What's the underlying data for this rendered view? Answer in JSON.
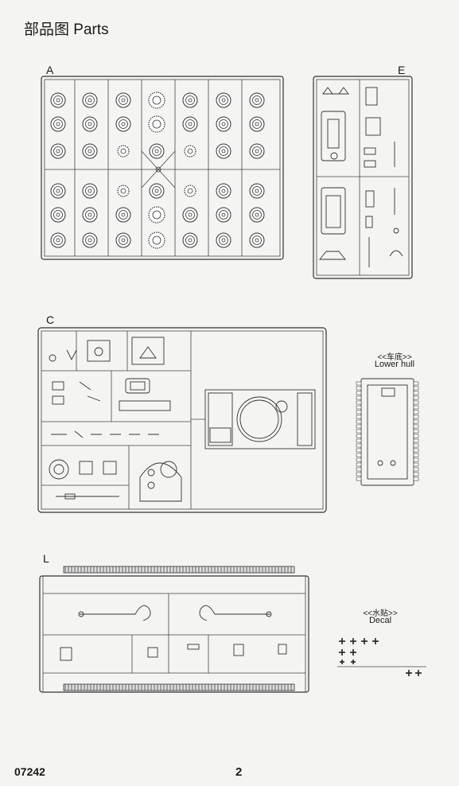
{
  "header": {
    "title": "部品图  Parts"
  },
  "sprues": {
    "A": "A",
    "E": "E",
    "C": "C",
    "L": "L"
  },
  "captions": {
    "lower_hull_cn": "<<车底>>",
    "lower_hull_en": "Lower hull",
    "decal_cn": "<<水贴>>",
    "decal_en": "Decal"
  },
  "footer": {
    "product_code": "07242",
    "page_number": "2"
  }
}
